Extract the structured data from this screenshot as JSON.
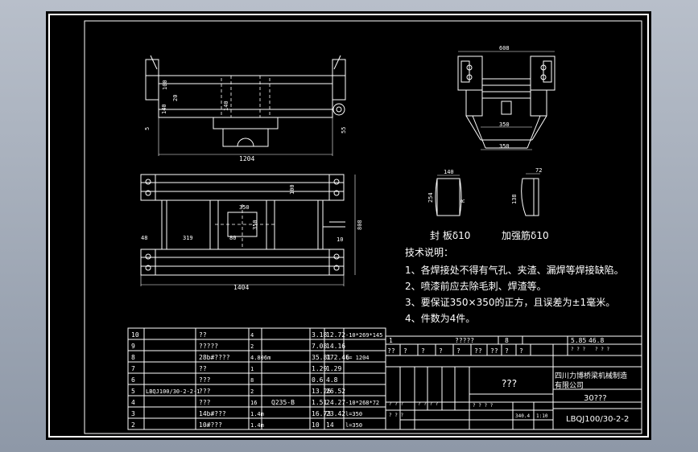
{
  "drawing": {
    "top_view_dims": {
      "width": "1204",
      "h1": "100",
      "h2": "20",
      "h3": "140",
      "h4": "140",
      "left": "5",
      "right": "55"
    },
    "plan_view_dims": {
      "width": "1404",
      "d1": "48",
      "d2": "319",
      "d3": "80",
      "d4": "350",
      "d5": "100",
      "d6": "350",
      "d7": "10",
      "height": "808"
    },
    "side_view_dims": {
      "top": "608",
      "mid": "350",
      "bottom": "350"
    },
    "detail_plate": {
      "w": "140",
      "h": "254",
      "label": "封  板δ10"
    },
    "detail_rib": {
      "w": "72",
      "h": "138",
      "label": "加强筋δ10"
    }
  },
  "notes": {
    "title": "技术说明：",
    "items": [
      "1、各焊接处不得有气孔、夹渣、漏焊等焊接缺陷。",
      "2、喷漆前应去除毛刺、焊渣等。",
      "3、要保证350×350的正方，且误差为±1毫米。",
      "4、件数为4件。"
    ]
  },
  "bom": {
    "rows": [
      {
        "no": "10",
        "code": "",
        "name": "??",
        "qty": "4",
        "w1": "3.18",
        "w2": "12.72",
        "note": "-10*269*145"
      },
      {
        "no": "9",
        "code": "",
        "name": "?????",
        "qty": "2",
        "w1": "7.08",
        "w2": "14.16",
        "note": ""
      },
      {
        "no": "8",
        "code": "",
        "name": "28b#????",
        "qty": "4.806m",
        "w1": "35.81",
        "w2": "172.46",
        "note": "l= 1204"
      },
      {
        "no": "7",
        "code": "",
        "name": "??",
        "qty": "1",
        "w1": "1.29",
        "w2": "1.29",
        "note": ""
      },
      {
        "no": "6",
        "code": "",
        "name": "???",
        "qty": "8",
        "w1": "0.6",
        "w2": "4.8",
        "note": ""
      },
      {
        "no": "5",
        "code": "LBQJ100/30-2-2-1",
        "name": "???",
        "qty": "2",
        "w1": "13.26",
        "w2": "26.52",
        "note": ""
      },
      {
        "no": "4",
        "code": "",
        "name": "???",
        "qty": "16",
        "mat": "Q235-B",
        "w1": "1.51",
        "w2": "24.27",
        "note": "-10*268*72"
      },
      {
        "no": "3",
        "code": "",
        "name": "14b#???",
        "qty": "1.4m",
        "w1": "16.73",
        "w2": "23.42",
        "note": "l=350"
      },
      {
        "no": "2",
        "code": "",
        "name": "10#???",
        "qty": "1.4m",
        "w1": "10",
        "w2": "14",
        "note": "l=350"
      }
    ]
  },
  "title_block": {
    "row1": {
      "a": "1",
      "b": "?????",
      "c": "8",
      "d": "5.85",
      "e": "46.8"
    },
    "row2_marks": [
      "??",
      "?",
      "?",
      "?",
      "?",
      "??",
      "??",
      "?",
      "?"
    ],
    "center_label": "???",
    "company_1": "四川力博桥梁机械制造",
    "company_2": "有限公司",
    "product": "30???",
    "drawing_no": "LBQJ100/30-2-2",
    "scale_mass": "340.4",
    "scale": "1:10",
    "small_marks": [
      "? ? ? ?",
      "? ? ?",
      "? ? ?",
      "? ? ?",
      "? ? ?",
      "? ? ? ?"
    ]
  }
}
